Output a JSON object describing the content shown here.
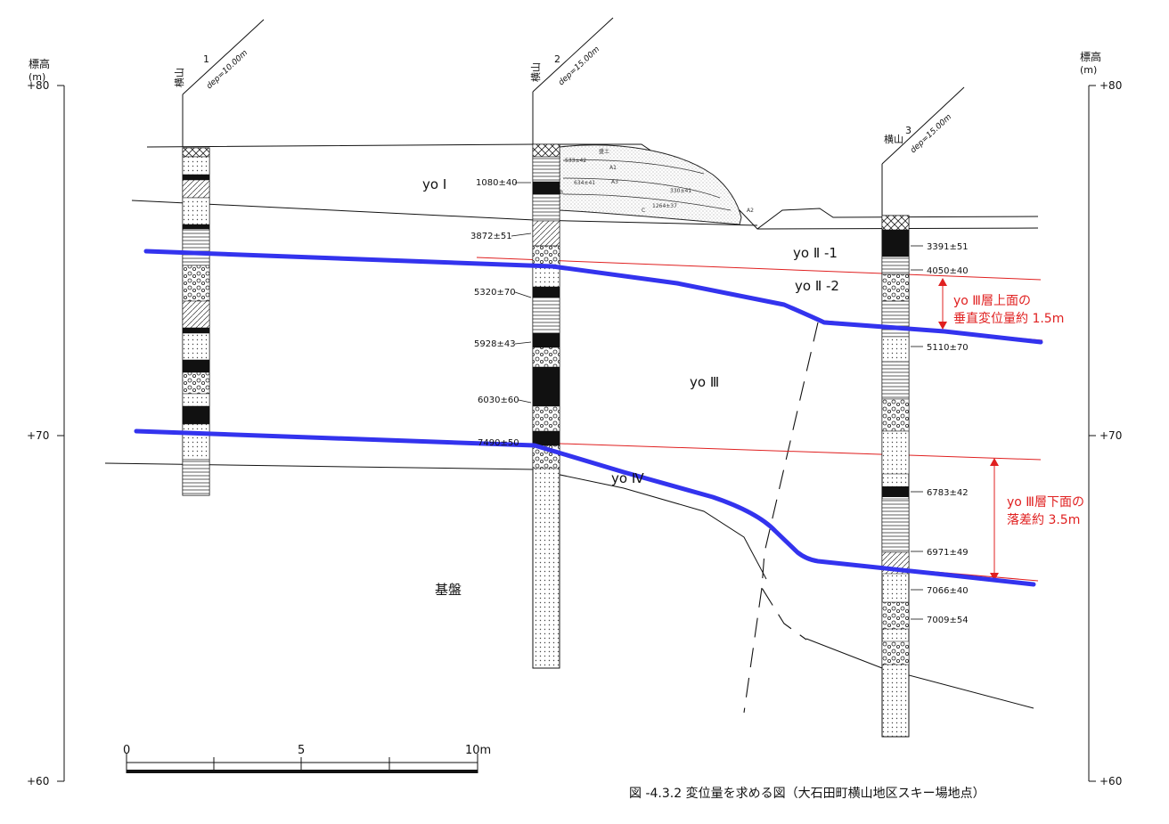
{
  "axes": {
    "left_title": "標高",
    "right_title": "標高",
    "unit": "(m)",
    "ticks": [
      "+80",
      "+70",
      "+60"
    ]
  },
  "boreholes": [
    {
      "title": "横山",
      "index": "1",
      "depth_note": "dep=10.00m"
    },
    {
      "title": "横山",
      "index": "2",
      "depth_note": "dep=15.00m"
    },
    {
      "title": "横山",
      "index": "3",
      "depth_note": "dep=15.00m"
    }
  ],
  "ages": {
    "bh2": [
      "1080±40",
      "3872±51",
      "5320±70",
      "5928±43",
      "6030±60",
      "7490±50"
    ],
    "bh3": [
      "3391±51",
      "4050±40",
      "5110±70",
      "6783±42",
      "6971±49",
      "7066±40",
      "7009±54"
    ]
  },
  "trench": {
    "labels": [
      "盛土",
      "533±42",
      "A1",
      "634±41",
      "A3",
      "B",
      "330±41",
      "C",
      "1264±37",
      "A2"
    ]
  },
  "layers": {
    "yo1": "yo Ⅰ",
    "yo2_1": "yo Ⅱ -1",
    "yo2_2": "yo Ⅱ -2",
    "yo3": "yo Ⅲ",
    "yo4": "yo Ⅳ",
    "basement": "基盤"
  },
  "notes": {
    "upper_line1": "yo Ⅲ層上面の",
    "upper_line2": "垂直変位量約 1.5m",
    "lower_line1": "yo Ⅲ層下面の",
    "lower_line2": "落差約 3.5m"
  },
  "scale": {
    "ticks": [
      "0",
      "5",
      "10m"
    ]
  },
  "caption": "図 -4.3.2 変位量を求める図（大石田町横山地区スキー場地点）"
}
